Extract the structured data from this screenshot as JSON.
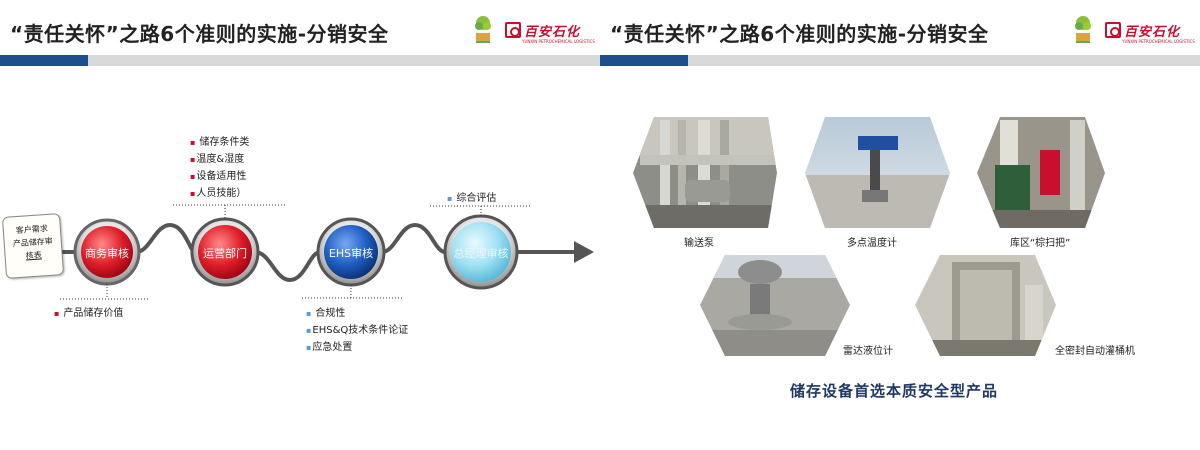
{
  "slides": [
    {
      "title": "“责任关怀”之路6个准则的实施-分销安全",
      "logo": {
        "brand": "百安石化",
        "sub": "YUNXIN PETROCHEMICAL LOGISTICS"
      },
      "start_card": {
        "line1": "客户需求",
        "line2": "产品储存审",
        "line3": "核表"
      },
      "nodes": [
        "商务审核",
        "运营部门",
        "EHS审核",
        "总经理审核"
      ],
      "notes": {
        "commercial": [
          "产品储存价值"
        ],
        "operations": [
          "储存条件类",
          "温度&湿度",
          "设备适用性",
          "人员技能）"
        ],
        "ehs": [
          "合规性",
          "EHS&Q技术条件论证",
          "应急处置"
        ],
        "gm": [
          "综合评估"
        ]
      },
      "colors": {
        "red": "#c8102e",
        "blue": "#1f4e8c",
        "lightblue": "#5bc0de",
        "connector": "#555555"
      }
    },
    {
      "title": "“责任关怀”之路6个准则的实施-分销安全",
      "logo": {
        "brand": "百安石化",
        "sub": "YUNXIN PETROCHEMICAL LOGISTICS"
      },
      "photos": [
        {
          "caption": "输送泵",
          "icon": "pump-photo"
        },
        {
          "caption": "多点温度计",
          "icon": "thermometer-photo"
        },
        {
          "caption": "库区“棕扫把”",
          "icon": "warehouse-photo"
        },
        {
          "caption": "雷达液位计",
          "icon": "radar-gauge-photo"
        },
        {
          "caption": "全密封自动灌桶机",
          "icon": "filling-machine-photo"
        }
      ],
      "bottom_title": "储存设备首选本质安全型产品"
    }
  ]
}
